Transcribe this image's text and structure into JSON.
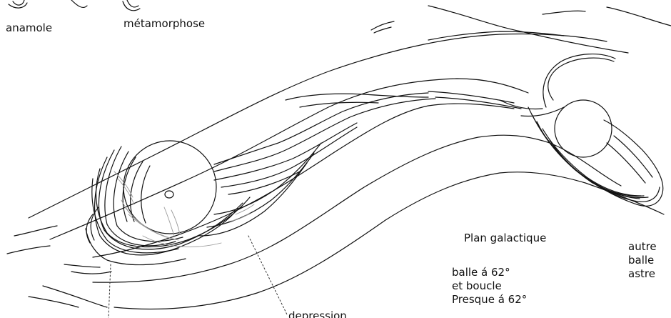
{
  "labels": {
    "anamole": "anamole",
    "metamorphose": "métamorphose",
    "plan_galactique": "Plan galactique",
    "balle_62": "balle á 62°",
    "et_boucle": "et boucle",
    "presque_62": "Presque á 62°",
    "autre": "autre",
    "balle": "balle",
    "astre": "astre",
    "depression": "depression"
  },
  "colors": {
    "ink": "#111111",
    "pencil_grey": "#9a9a9a"
  }
}
